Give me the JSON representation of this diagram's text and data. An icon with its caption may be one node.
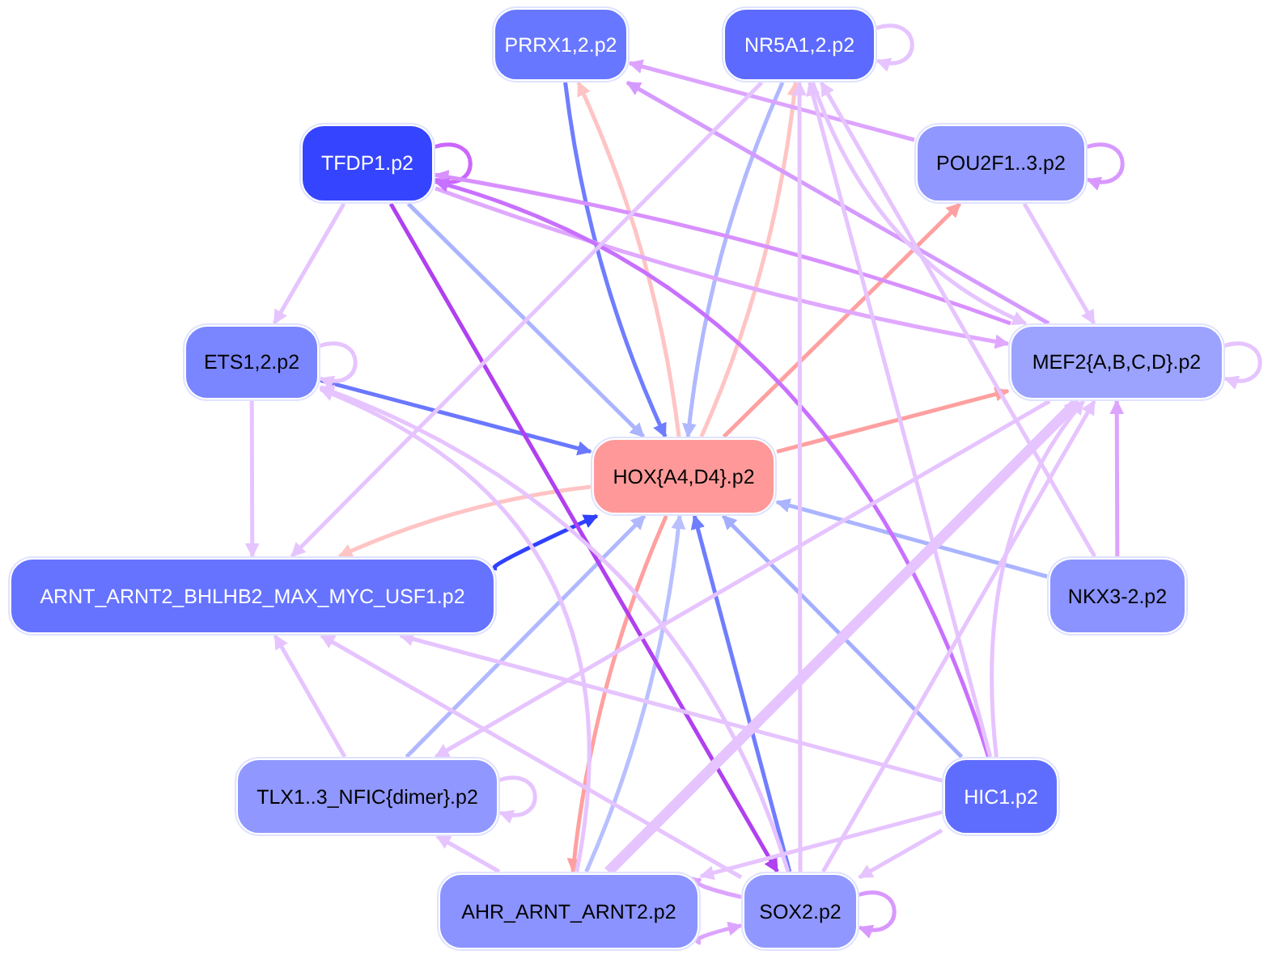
{
  "diagram": {
    "nodes": [
      {
        "text": [
          "PRRX1,2.p2"
        ]
      },
      {
        "text": [
          "NR5A1,2.p2"
        ]
      },
      {
        "text": [
          "TFDP1.p2"
        ]
      },
      {
        "text": [
          "POU2F1..3.p2"
        ]
      },
      {
        "text": [
          "ETS1,2.p2"
        ]
      },
      {
        "text": [
          "MEF2{A,B,C,D}.p2"
        ]
      },
      {
        "text": [
          "HOX{A4,D4}.p2"
        ]
      },
      {
        "text": [
          "ARNT_ARNT2_BHLHB2_MAX_MYC_USF1.p2"
        ]
      },
      {
        "text": [
          "NKX3-2.p2"
        ]
      },
      {
        "text": [
          "TLX1..3_NFIC{dimer}.p2"
        ]
      },
      {
        "text": [
          "HIC1.p2"
        ]
      },
      {
        "text": [
          "AHR_ARNT_ARNT2.p2"
        ]
      },
      {
        "text": [
          "SOX2.p2"
        ]
      }
    ],
    "edges": [
      {
        "from": 0,
        "to": 6,
        "arrow": "to",
        "color": "#6f7dff"
      },
      {
        "from": 6,
        "to": 0,
        "arrow": "to",
        "color": "#ffc4c4"
      },
      {
        "from": 1,
        "to": 6,
        "arrow": "to",
        "color": "#b0b8ff"
      },
      {
        "from": 6,
        "to": 1,
        "arrow": "to",
        "color": "#ffc4c4"
      },
      {
        "from": 2,
        "to": 6,
        "arrow": "to",
        "color": "#aab4ff"
      },
      {
        "from": 4,
        "to": 6,
        "arrow": "to",
        "color": "#6a78ff"
      },
      {
        "from": 6,
        "to": 3,
        "arrow": "to",
        "color": "#ffa0a0"
      },
      {
        "from": 6,
        "to": 5,
        "arrow": "to",
        "color": "#ffa0a0"
      },
      {
        "from": 7,
        "to": 6,
        "arrow": "to",
        "color": "#3040ff"
      },
      {
        "from": 6,
        "to": 7,
        "arrow": "to",
        "color": "#ffc4c4"
      },
      {
        "from": 8,
        "to": 6,
        "arrow": "to",
        "color": "#aab4ff"
      },
      {
        "from": 9,
        "to": 6,
        "arrow": "to",
        "color": "#b0b8ff"
      },
      {
        "from": 10,
        "to": 6,
        "arrow": "to",
        "color": "#a4aeff"
      },
      {
        "from": 12,
        "to": 6,
        "arrow": "to",
        "color": "#6f7dff"
      },
      {
        "from": 6,
        "to": 11,
        "arrow": "to",
        "color": "#ffa0a0"
      },
      {
        "from": 11,
        "to": 6,
        "arrow": "to",
        "color": "#b8c0ff"
      },
      {
        "from": 2,
        "to": 2,
        "arrow": "to",
        "color": "#cc66ff"
      },
      {
        "from": 1,
        "to": 1,
        "arrow": "to"
      },
      {
        "from": 3,
        "to": 3,
        "arrow": "to",
        "color": "#d898ff"
      },
      {
        "from": 4,
        "to": 4,
        "arrow": "to"
      },
      {
        "from": 5,
        "to": 5,
        "arrow": "to"
      },
      {
        "from": 9,
        "to": 9,
        "arrow": "to"
      },
      {
        "from": 12,
        "to": 12,
        "arrow": "to",
        "color": "#d898ff"
      },
      {
        "from": 2,
        "to": 4,
        "arrow": "to"
      },
      {
        "from": 3,
        "to": 0,
        "arrow": "to",
        "color": "#dda4ff"
      },
      {
        "from": 5,
        "to": 2,
        "arrow": "to",
        "color": "#d890ff"
      },
      {
        "from": 2,
        "to": 5,
        "arrow": "to",
        "color": "#e0a8ff"
      },
      {
        "from": 5,
        "to": 0,
        "arrow": "to",
        "color": "#d59aff"
      },
      {
        "from": 3,
        "to": 5,
        "arrow": "to"
      },
      {
        "from": 1,
        "to": 5,
        "arrow": "to"
      },
      {
        "from": 8,
        "to": 5,
        "arrow": "to",
        "color": "#dda4ff"
      },
      {
        "from": 2,
        "to": 12,
        "arrow": "to",
        "color": "#b040f0"
      },
      {
        "from": 10,
        "to": 2,
        "arrow": "to",
        "color": "#c870ff"
      },
      {
        "from": 4,
        "to": 7,
        "arrow": "to"
      },
      {
        "from": 9,
        "to": 7,
        "arrow": "to"
      },
      {
        "from": 11,
        "to": 9,
        "arrow": "to"
      },
      {
        "from": 11,
        "to": 12,
        "arrow": "to",
        "color": "#dda4ff"
      },
      {
        "from": 12,
        "to": 11,
        "arrow": "to",
        "color": "#dda4ff"
      },
      {
        "from": 10,
        "to": 12,
        "arrow": "to"
      },
      {
        "from": 10,
        "to": 11,
        "arrow": "to"
      },
      {
        "from": 11,
        "to": 5,
        "arrow": "to",
        "style": "thick"
      },
      {
        "from": 12,
        "to": 5,
        "arrow": "to"
      },
      {
        "from": 10,
        "to": 5,
        "arrow": "to"
      },
      {
        "from": 1,
        "to": 7,
        "arrow": "to"
      },
      {
        "from": 10,
        "to": 7,
        "arrow": "to"
      },
      {
        "from": 12,
        "to": 7,
        "arrow": "to"
      },
      {
        "from": 11,
        "to": 4,
        "arrow": "to"
      },
      {
        "from": 12,
        "to": 4,
        "arrow": "to"
      },
      {
        "from": 5,
        "to": 9,
        "arrow": "to"
      },
      {
        "from": 10,
        "to": 1,
        "arrow": "to"
      },
      {
        "from": 12,
        "to": 1,
        "arrow": "to"
      },
      {
        "from": 8,
        "to": 1,
        "arrow": "to"
      }
    ]
  }
}
